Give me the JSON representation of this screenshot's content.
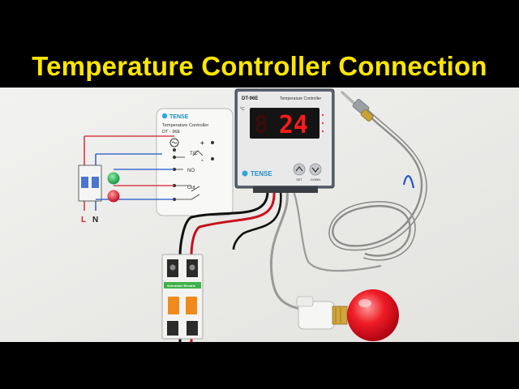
{
  "banner": {
    "title": "Temperature Controller Connection",
    "title_color": "#ffe600",
    "background": "#000000"
  },
  "diagram_card": {
    "brand": "TENSE",
    "product": "Temperature Controller",
    "model": "DT - 96E",
    "terminal_tc": "T/C",
    "terminal_no": "NO",
    "terminal_out": "Out",
    "plus": "+",
    "minus": "-",
    "line_label": "L",
    "neutral_label": "N"
  },
  "controller": {
    "model": "DT-96E",
    "subtitle": "Temperature Controller",
    "unit": "°C",
    "reading": "24",
    "brand": "TENSE",
    "button_set": "SET",
    "button_down": "DOWN",
    "display_color": "#ff1a1a"
  },
  "breaker": {
    "brand": "Schneider Electric"
  }
}
